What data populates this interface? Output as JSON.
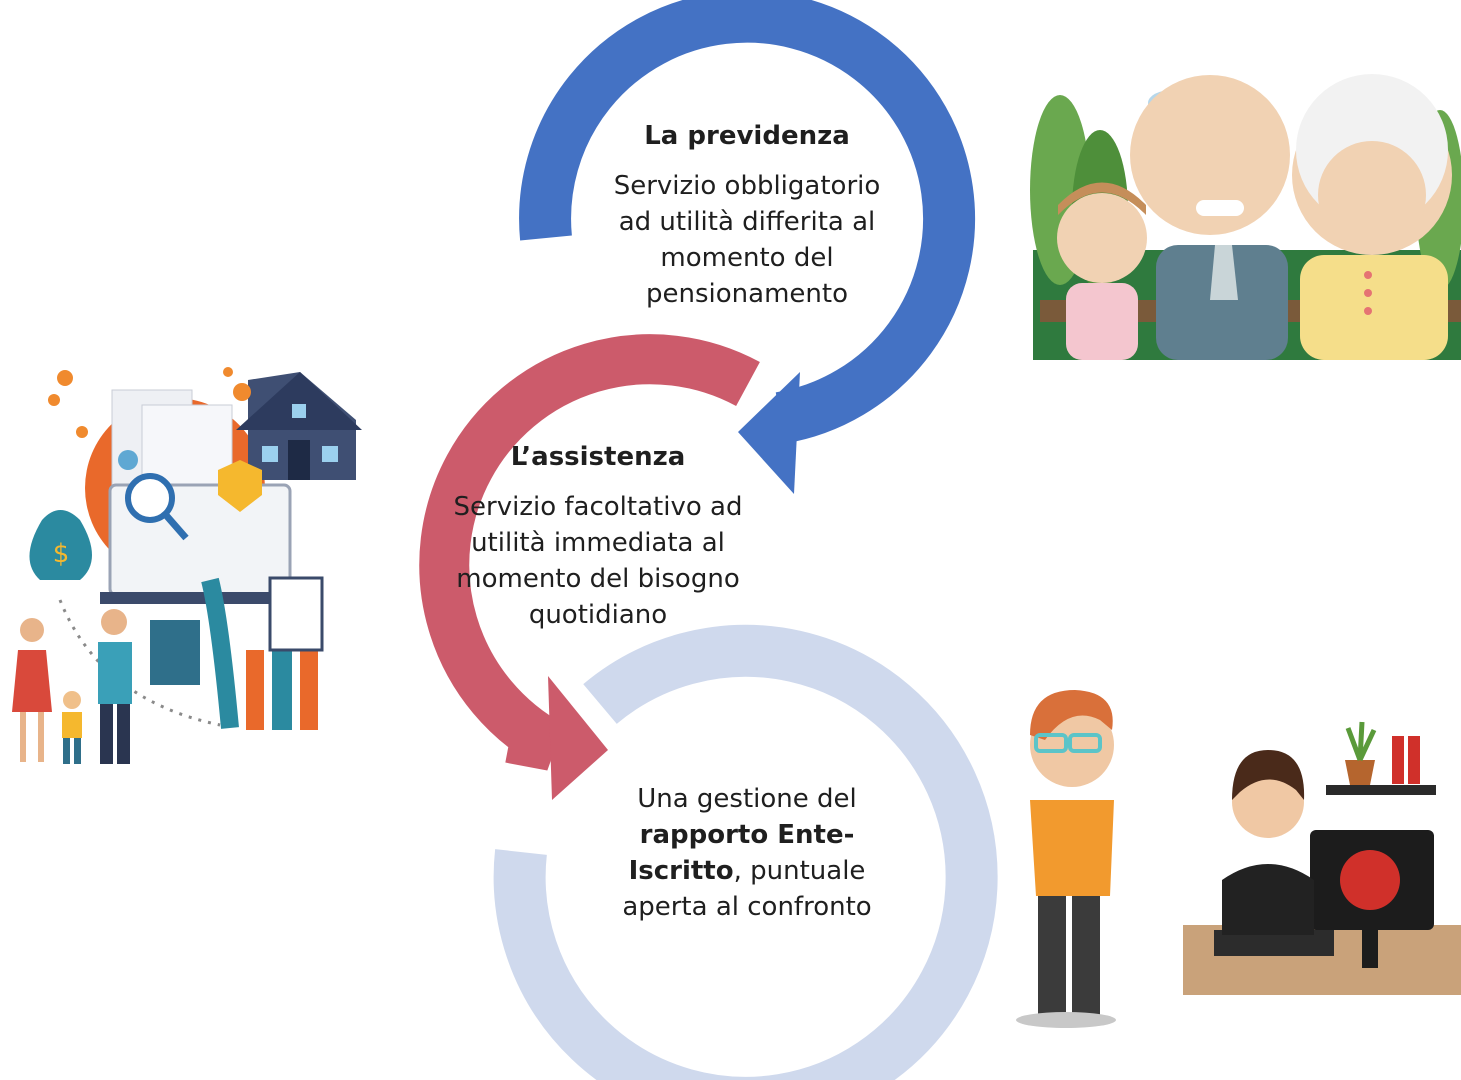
{
  "colors": {
    "blue": "#4472c4",
    "red": "#cc5b6b",
    "light": "#cfd9ed"
  },
  "previdenza": {
    "title": "La previdenza",
    "line1": "Servizio obbligatorio",
    "line2": "ad utilità differita al",
    "line3": "momento del",
    "line4": "pensionamento"
  },
  "assistenza": {
    "title": "L’assistenza",
    "line1": "Servizio facoltativo ad",
    "line2": "utilità immediata al",
    "line3": "momento del bisogno",
    "line4": "quotidiano"
  },
  "gestione": {
    "line1": "Una gestione del",
    "line2_bold": "rapporto Ente-",
    "line3_bold": "Iscritto",
    "line3_rest": ", puntuale",
    "line4": "aperta al confronto"
  },
  "icons": [
    "family-finance-illustration",
    "elderly-family-illustration",
    "call-center-illustration"
  ]
}
